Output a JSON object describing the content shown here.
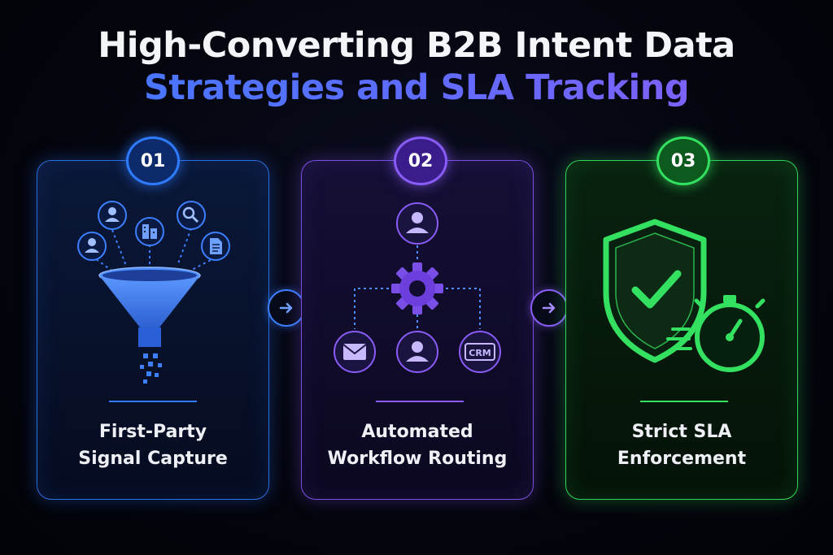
{
  "title": {
    "line1": "High-Converting B2B Intent Data",
    "line2": "Strategies and SLA Tracking"
  },
  "steps": [
    {
      "number": "01",
      "label_line1": "First-Party",
      "label_line2": "Signal Capture",
      "color": "#2e7bff"
    },
    {
      "number": "02",
      "label_line1": "Automated",
      "label_line2": "Workflow Routing",
      "color": "#8a5cf7"
    },
    {
      "number": "03",
      "label_line1": "Strict SLA",
      "label_line2": "Enforcement",
      "color": "#33e060"
    }
  ],
  "icons": {
    "step1": [
      "user-icon",
      "user-icon",
      "building-icon",
      "search-icon",
      "document-icon",
      "funnel-icon"
    ],
    "step2": [
      "user-icon",
      "gear-icon",
      "mail-icon",
      "user-icon",
      "crm-icon"
    ],
    "step3": [
      "shield-check-icon",
      "stopwatch-icon"
    ],
    "crm_text": "CRM"
  }
}
